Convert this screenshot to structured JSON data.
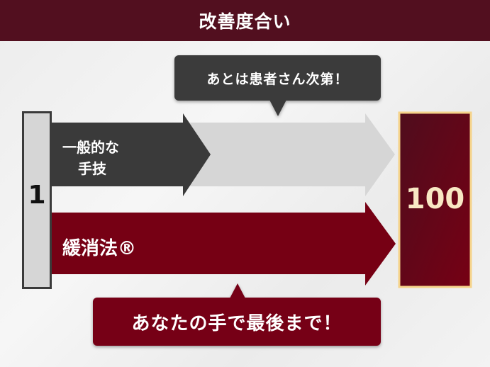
{
  "header": {
    "title": "改善度合い"
  },
  "bubble_top": {
    "text": "あとは患者さん次第！"
  },
  "scale": {
    "start": "1",
    "end": "100"
  },
  "arrow_general": {
    "line1": "一般的な",
    "line2": "手技"
  },
  "arrow_kansho": {
    "label": "緩消法®"
  },
  "bubble_bottom": {
    "text": "あなたの手で最後まで！"
  },
  "colors": {
    "header": "#520f1f",
    "dark": "#3a3a3a",
    "gray": "#d6d6d6",
    "red": "#760014",
    "gold": "#f5d38a"
  }
}
